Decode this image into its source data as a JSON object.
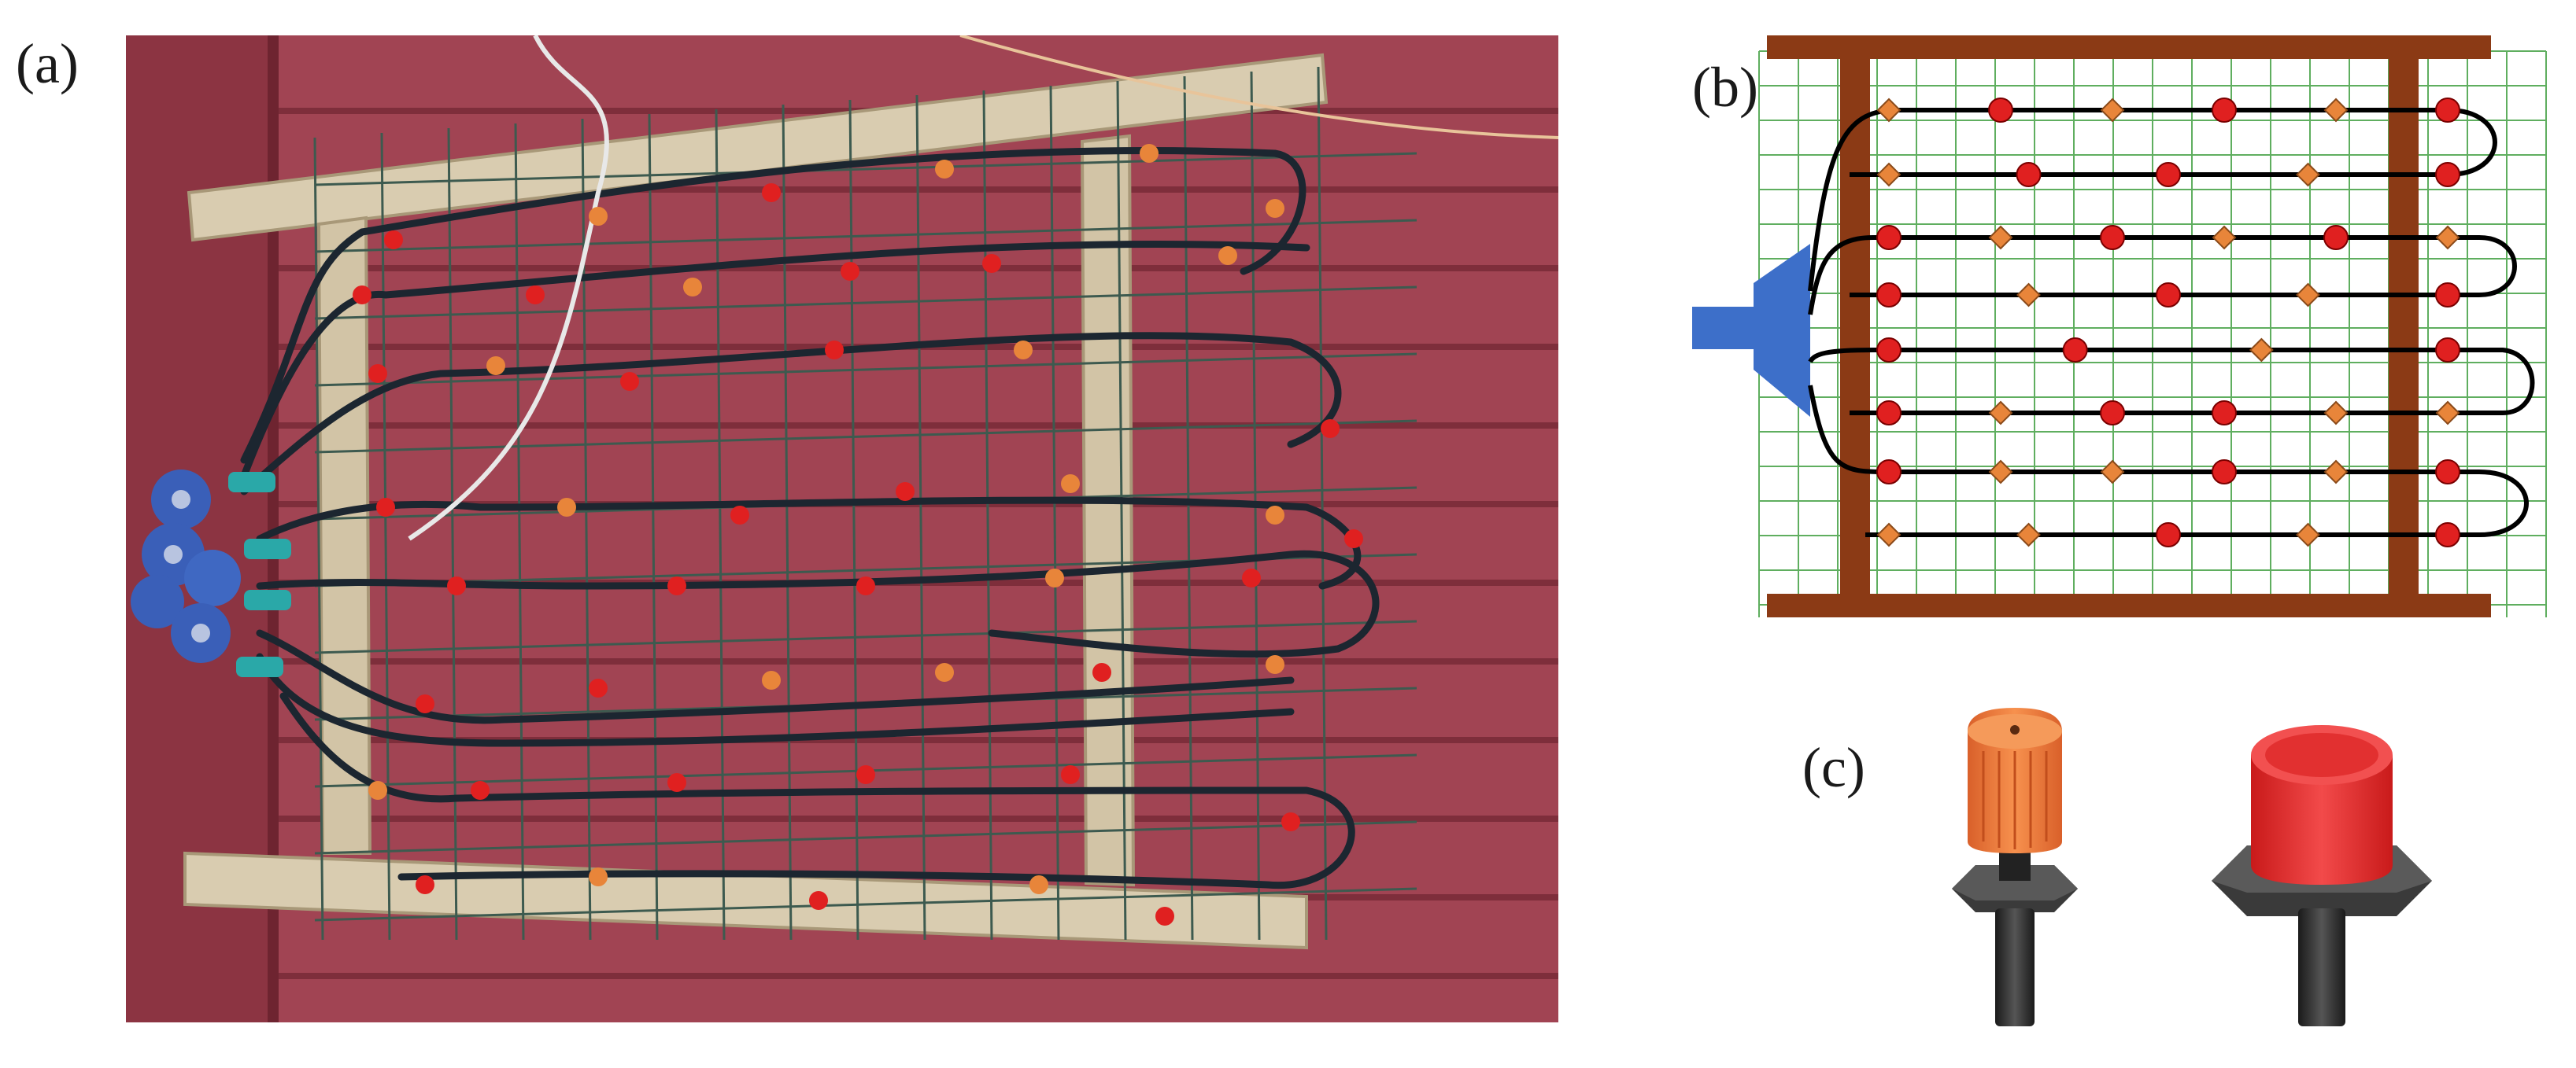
{
  "labels": {
    "a": "(a)",
    "b": "(b)",
    "c": "(c)"
  },
  "colors": {
    "wall": "#9b3e4c",
    "wall_dark": "#7a2b38",
    "wood": "#cfc3a8",
    "frame_brown": "#8b3a15",
    "grid_green": "#4fa04f",
    "hose": "#1c2630",
    "red_dripper": "#e02020",
    "orange_dripper": "#e8853a",
    "manifold_blue": "#3d6fc9",
    "connector_teal": "#2aa8a8"
  },
  "icons": {
    "photo": "irrigation-frame-photo",
    "schematic": "dripper-layout-schematic",
    "orange_dripper": "orange-adjustable-dripper-icon",
    "red_dripper": "red-button-dripper-icon"
  },
  "schematic": {
    "rows": [
      [
        "o",
        "r",
        "o",
        "r",
        "o",
        "r"
      ],
      [
        "o",
        "r",
        "r",
        "o",
        "r"
      ],
      [
        "r",
        "o",
        "r",
        "o",
        "r",
        "o"
      ],
      [
        "r",
        "o",
        "r",
        "o",
        "r"
      ],
      [
        "r",
        "r",
        "o",
        "r"
      ],
      [
        "r",
        "o",
        "r",
        "r",
        "o",
        "o"
      ],
      [
        "r",
        "o",
        "o",
        "r",
        "o",
        "r"
      ],
      [
        "o",
        "o",
        "r",
        "o",
        "r"
      ]
    ]
  }
}
